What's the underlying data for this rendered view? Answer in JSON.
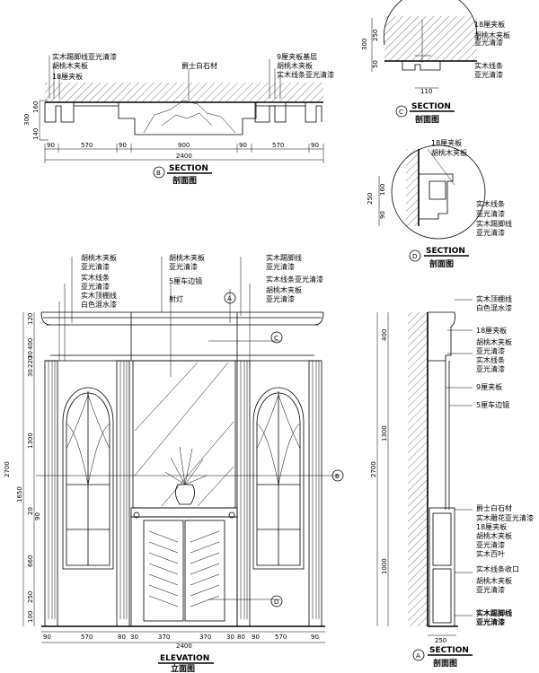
{
  "section_b": {
    "labels": [
      "实木踢脚线亚光清漆",
      "胡桃木夹板",
      "18厘夹板",
      "爵士白石材",
      "9厘夹板基层",
      "胡桃木夹板",
      "实木线条亚光清漆"
    ],
    "dims_top": [
      "300",
      "160",
      "140"
    ],
    "dims_bottom": [
      "90",
      "570",
      "90",
      "900",
      "90",
      "570",
      "90"
    ],
    "total": "2400",
    "tag": "B",
    "title": "SECTION",
    "subtitle": "剖面图"
  },
  "section_c": {
    "labels": [
      "18厘夹板",
      "胡桃木夹板",
      "亚光清漆",
      "实木线条",
      "亚光清漆"
    ],
    "dims_side": [
      "300",
      "250",
      "50"
    ],
    "dim_bottom": "110",
    "tag": "C",
    "title": "SECTION",
    "subtitle": "剖面图"
  },
  "section_d": {
    "labels": [
      "18厘夹板",
      "胡桃木夹板",
      "实木线条",
      "亚光清漆",
      "实木踢脚线",
      "亚光清漆"
    ],
    "dims_side": [
      "250",
      "160",
      "90"
    ],
    "tag": "D",
    "title": "SECTION",
    "subtitle": "剖面图"
  },
  "elevation": {
    "labels_top": [
      "胡桃木夹板",
      "亚光清漆",
      "胡桃木夹板",
      "亚光清漆",
      "实木踢脚线",
      "亚光清漆"
    ],
    "labels_mid": [
      "实木线条",
      "亚光清漆",
      "5厘车边镜",
      "实木线条亚光清漆",
      "胡桃木夹板",
      "亚光清漆"
    ],
    "labels_low": [
      "实木顶棚线",
      "白色混水漆",
      "射灯"
    ],
    "dims_left": [
      "120",
      "400",
      "220",
      "30",
      "30",
      "1300",
      "1650",
      "20",
      "90",
      "660",
      "250",
      "100",
      "2700"
    ],
    "dims_bottom": [
      "90",
      "570",
      "80",
      "30",
      "370",
      "370",
      "30",
      "80",
      "90",
      "570",
      "90"
    ],
    "total": "2400",
    "markers": [
      "A",
      "B",
      "C",
      "D"
    ],
    "title": "ELEVATION",
    "subtitle": "立面图"
  },
  "section_a": {
    "labels": [
      "实木顶棚线",
      "白色混水漆",
      "18厘夹板",
      "胡桃木夹板",
      "亚光清漆",
      "实木线条",
      "亚光清漆",
      "9厘夹板",
      "5厘车边镜",
      "爵士白石材",
      "实木雕花亚光清漆",
      "18厘夹板",
      "胡桃木夹板",
      "亚光清漆",
      "实木百叶",
      "实木线条收口",
      "胡桃木夹板",
      "亚光清漆",
      "实木踢脚线",
      "亚光清漆"
    ],
    "dims_side": [
      "400",
      "1300",
      "2700",
      "1000"
    ],
    "dim_bottom": "250",
    "tag": "A",
    "title": "SECTION",
    "subtitle": "剖面图"
  }
}
